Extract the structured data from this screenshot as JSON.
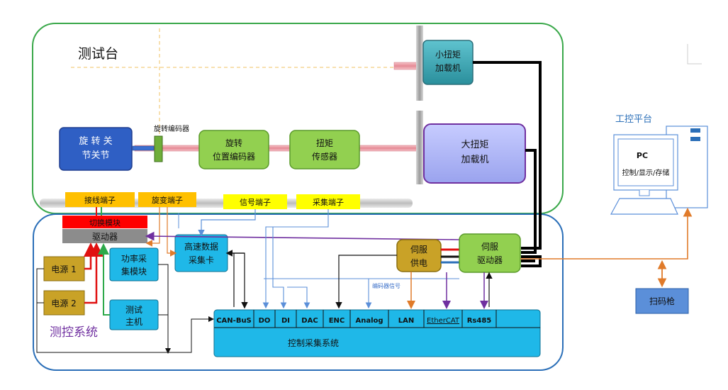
{
  "test_bench": {
    "title": "测试台",
    "small_loader": [
      "小扭矩",
      "加载机"
    ],
    "large_loader": [
      "大扭矩",
      "加载机"
    ],
    "rotary_joint": [
      "旋 转 关",
      "节关节"
    ],
    "rotary_encoder_label": "旋转编码器",
    "position_encoder": [
      "旋转",
      "位置编码器"
    ],
    "torque_sensor": [
      "扭矩",
      "传感器"
    ]
  },
  "terminals": {
    "wiring": "接线端子",
    "resolver": "旋变端子",
    "signal": "信号端子",
    "acquisition": "采集端子"
  },
  "control_system": {
    "title": "测控系统",
    "switch_module": "切换模块",
    "driver": "驱动器",
    "power1": "电源 1",
    "power2": "电源 2",
    "power_acq": [
      "功率采",
      "集模块"
    ],
    "test_host": [
      "测试",
      "主机"
    ],
    "hs_daq": [
      "高速数据",
      "采集卡"
    ],
    "servo_supply": [
      "伺服",
      "供电"
    ],
    "servo_driver": [
      "伺服",
      "驱动器"
    ],
    "encoder_signal": "编码器信号",
    "acq_system": {
      "title": "控制采集系统",
      "ports": [
        "CAN-BuS",
        "DO",
        "DI",
        "DAC",
        "ENC",
        "Analog",
        "LAN",
        "EtherCAT",
        "Rs485"
      ]
    }
  },
  "ipc": {
    "title": "工控平台",
    "pc": "PC",
    "desc": "控制/显示/存储"
  },
  "scanner": "扫码枪",
  "colors": {
    "bench_border": "#3aa84a",
    "control_border": "#2b6fb8",
    "green_box": "#92d050",
    "cyan_box": "#1fb8e8",
    "blue_box": "#2f5fc4",
    "yellow_box": "#ffff00",
    "orange_box": "#ffc000",
    "gold_box": "#c9a227",
    "arrow_orange": "#e07b2a",
    "arrow_purple": "#7030a0",
    "arrow_red": "#e01010",
    "arrow_green": "#2da94a"
  }
}
